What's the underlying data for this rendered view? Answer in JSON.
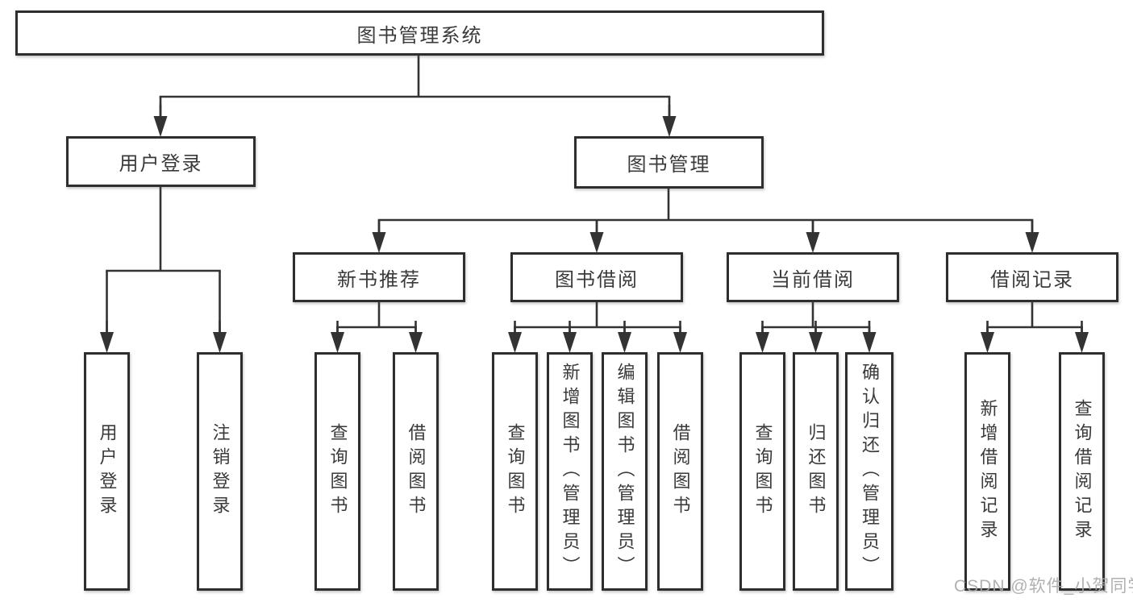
{
  "tree": {
    "root": {
      "label": "图书管理系统"
    },
    "level2": [
      {
        "label": "用户登录"
      },
      {
        "label": "图书管理"
      }
    ],
    "level3": [
      {
        "label": "新书推荐"
      },
      {
        "label": "图书借阅"
      },
      {
        "label": "当前借阅"
      },
      {
        "label": "借阅记录"
      }
    ],
    "leaves": {
      "login": [
        {
          "label": "用户登录"
        },
        {
          "label": "注销登录"
        }
      ],
      "recommend": [
        {
          "label": "查询图书"
        },
        {
          "label": "借阅图书"
        }
      ],
      "borrow": [
        {
          "label": "查询图书"
        },
        {
          "label": "新增图书（管理员）"
        },
        {
          "label": "编辑图书（管理员）"
        },
        {
          "label": "借阅图书"
        }
      ],
      "current": [
        {
          "label": "查询图书"
        },
        {
          "label": "归还图书"
        },
        {
          "label": "确认归还（管理员）"
        }
      ],
      "records": [
        {
          "label": "新增借阅记录"
        },
        {
          "label": "查询借阅记录"
        }
      ]
    }
  },
  "watermark": "CSDN @软件_小贺同学",
  "colors": {
    "line": "#333333",
    "box_border": "#2e2e2e",
    "text": "#3a3a3a",
    "watermark": "#a8a8a8",
    "background": "#ffffff"
  }
}
